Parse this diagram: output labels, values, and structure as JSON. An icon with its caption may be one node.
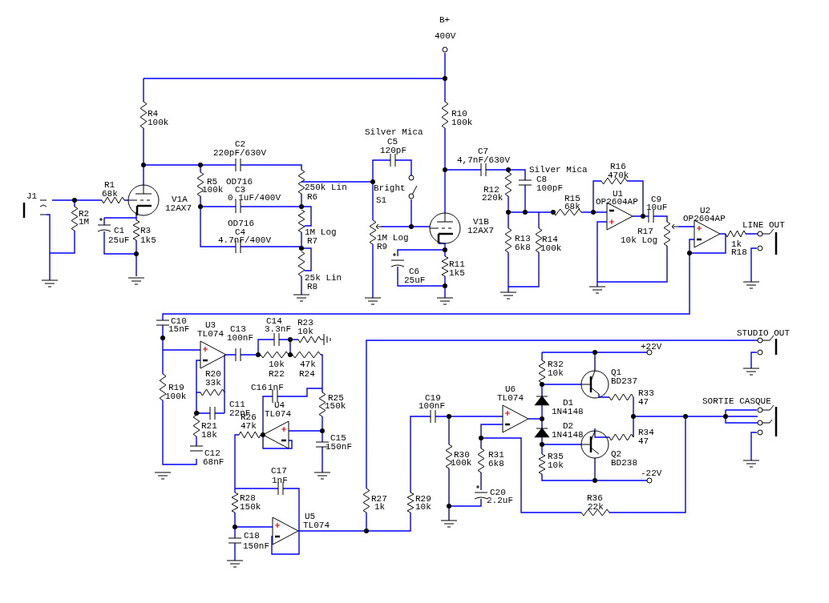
{
  "diagram": {
    "labels": [
      "B+",
      "400V",
      "R4",
      "100k",
      "R10",
      "100k",
      "Silver Mica",
      "C5",
      "120pF",
      "C2",
      "220pF/630V",
      "C7",
      "4,7nF/630V",
      "Silver Mica",
      "C8",
      "100pF",
      "R16",
      "470k",
      "OD716",
      "C3",
      "0.1uF/400V",
      "R1",
      "68k",
      "J1",
      "R5",
      "100k",
      "250k Lin",
      "R6",
      "Bright",
      "R12",
      "220k",
      "U1",
      "OP2604AP",
      "C9",
      "10uF",
      "R2",
      "1M",
      "V1A",
      "12AX7",
      "S1",
      "R15",
      "68k",
      "U2",
      "OP2604AP",
      "OD716",
      "C4",
      "4.7nF/400V",
      "1M Log",
      "R7",
      "V1B",
      "12AX7",
      "1M Log",
      "R9",
      "R17",
      "10k Log",
      "LINE OUT",
      "C1",
      "25uF",
      "R3",
      "1k5",
      "R13",
      "6k8",
      "R14",
      "100k",
      "1k",
      "R18",
      "25k Lin",
      "R8",
      "C6",
      "25uF",
      "R11",
      "1k5",
      "C10",
      "15nF",
      "C14",
      "3.3nF",
      "R23",
      "10k",
      "U3",
      "TL074",
      "C13",
      "100nF",
      "STUDIO OUT",
      "+22V",
      "10k",
      "47k",
      "R22",
      "R24",
      "R32",
      "10k",
      "R20",
      "33k",
      "Q1",
      "BD237",
      "R19",
      "100k",
      "C16",
      "1nF",
      "R25",
      "150k",
      "C11",
      "22nF",
      "R33",
      "47",
      "D1",
      "1N4148",
      "C19",
      "100nF",
      "U6",
      "TL074",
      "SORTIE CASQUE",
      "R26",
      "47k",
      "U4",
      "TL074",
      "R34",
      "47",
      "D2",
      "1N4148",
      "R21",
      "18k",
      "C15",
      "150nF",
      "R30",
      "100k",
      "R31",
      "6k8",
      "R35",
      "10k",
      "Q2",
      "BD238",
      "C12",
      "68nF",
      "-22V",
      "C17",
      "1nF",
      "C20",
      "2.2uF",
      "R36",
      "22k",
      "R28",
      "150k",
      "U5",
      "TL074",
      "R27",
      "1k",
      "R29",
      "10k",
      "C18",
      "150nF"
    ]
  }
}
